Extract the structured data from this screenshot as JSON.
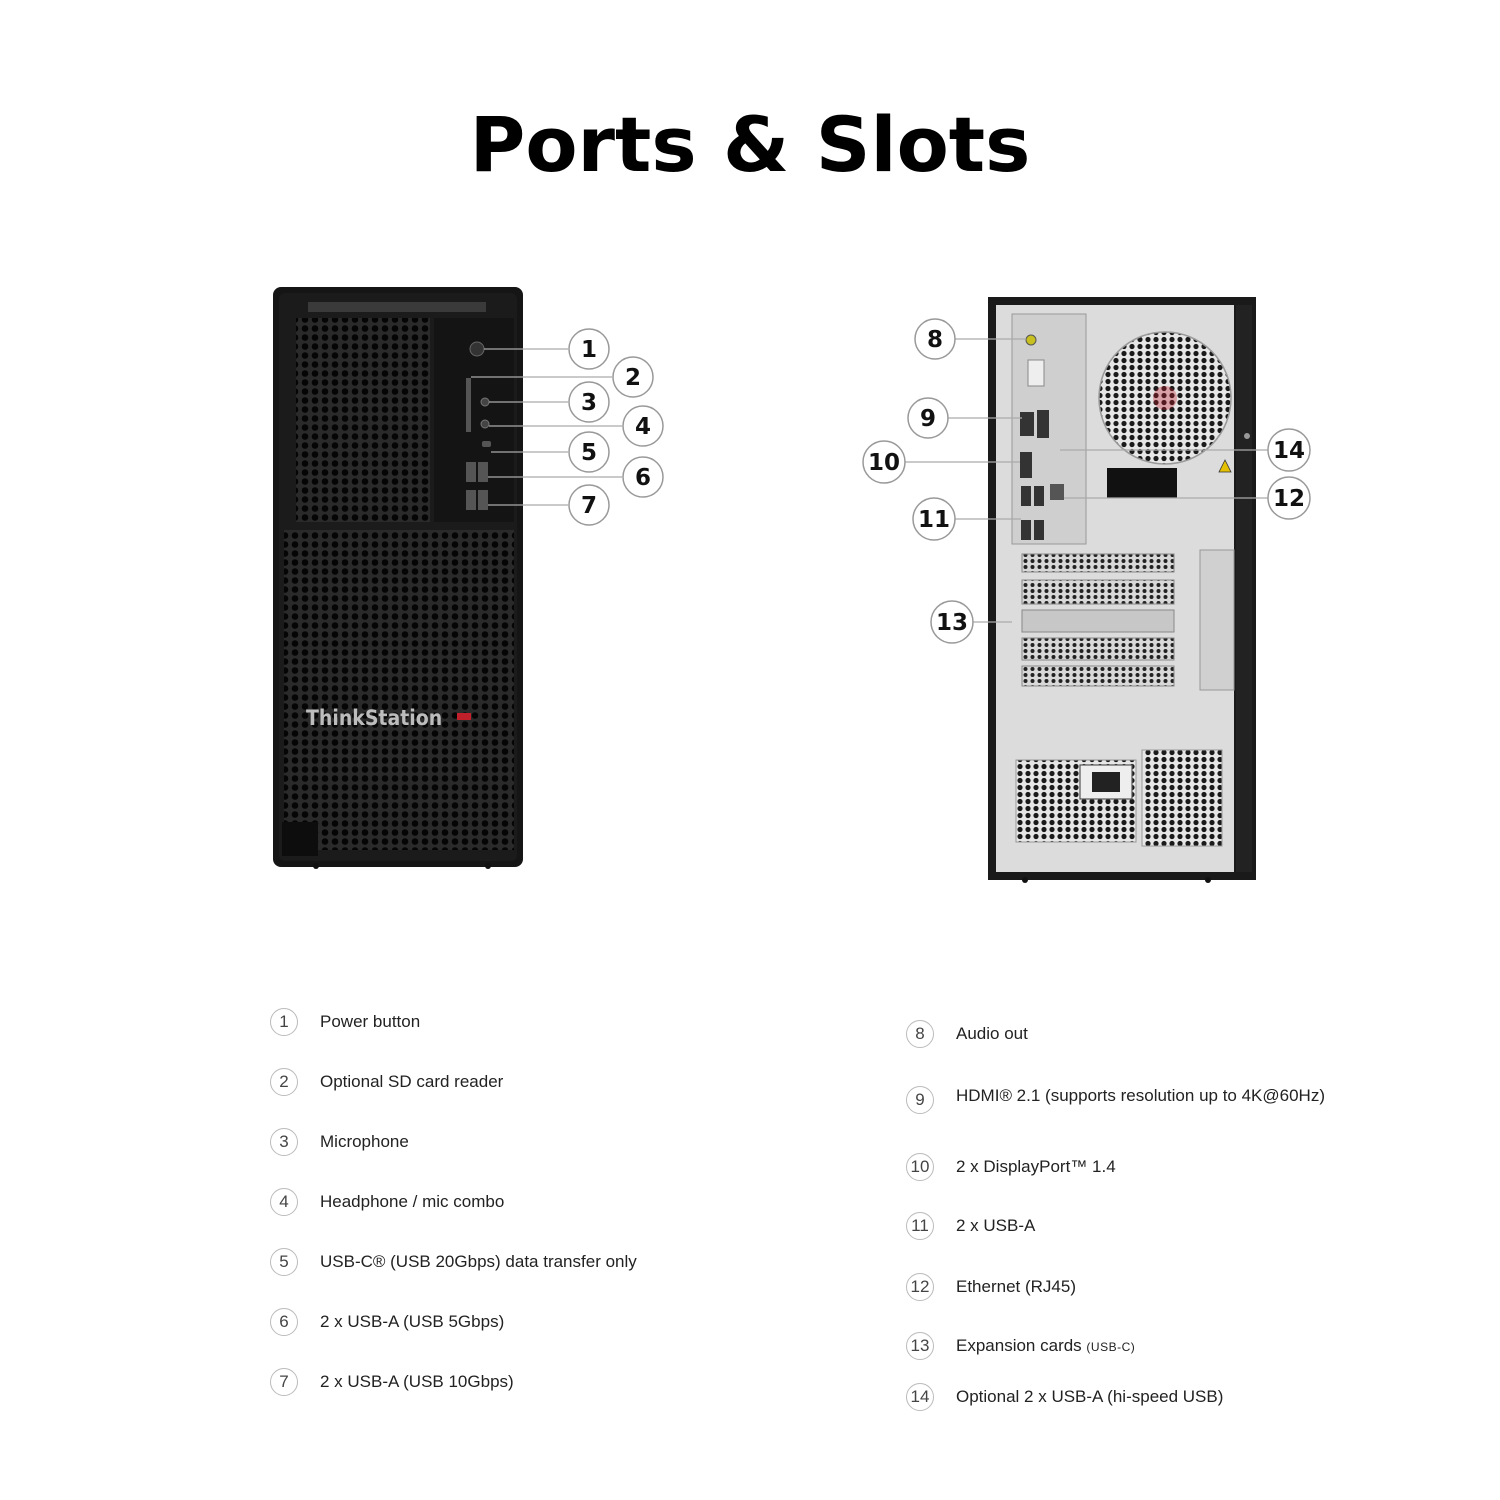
{
  "title": "Ports & Slots",
  "front_logo": "ThinkStation",
  "colors": {
    "accent_red": "#c0202a",
    "case_black": "#151515",
    "panel_gray": "#dcdcdc"
  },
  "legend_front": [
    {
      "num": "1",
      "label": "Power button"
    },
    {
      "num": "2",
      "label": "Optional SD card reader"
    },
    {
      "num": "3",
      "label": "Microphone"
    },
    {
      "num": "4",
      "label": "Headphone / mic combo"
    },
    {
      "num": "5",
      "label": "USB-C® (USB 20Gbps) data transfer only"
    },
    {
      "num": "6",
      "label": "2 x USB-A (USB 5Gbps)"
    },
    {
      "num": "7",
      "label": "2 x USB-A (USB 10Gbps)"
    }
  ],
  "legend_rear": [
    {
      "num": "8",
      "label": "Audio out"
    },
    {
      "num": "9",
      "label": "HDMI® 2.1 (supports resolution up to 4K@60Hz)"
    },
    {
      "num": "10",
      "label": "2 x DisplayPort™ 1.4"
    },
    {
      "num": "11",
      "label": "2 x USB-A"
    },
    {
      "num": "12",
      "label": "Ethernet (RJ45)"
    },
    {
      "num": "13",
      "label": "Expansion cards",
      "suffix": "(USB-C)"
    },
    {
      "num": "14",
      "label": "Optional 2 x USB-A (hi-speed USB)"
    }
  ]
}
